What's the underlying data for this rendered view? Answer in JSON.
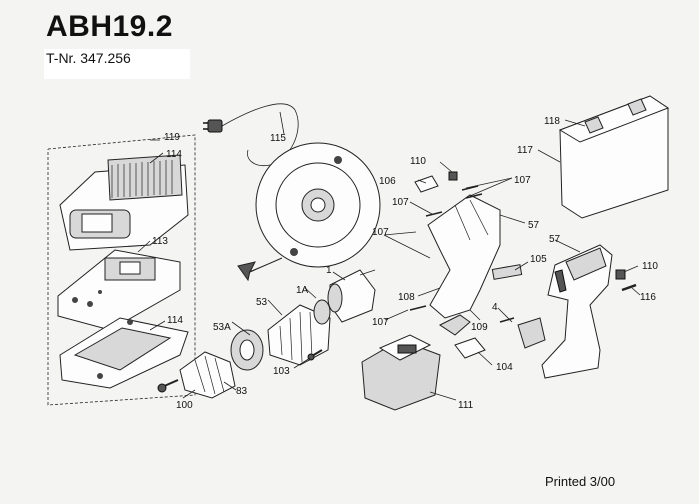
{
  "header": {
    "model": "ABH19.2",
    "part_number": "T-Nr. 347.256"
  },
  "footer": {
    "printed": "Printed 3/00"
  },
  "callouts": {
    "c100": "100",
    "c83": "83",
    "c53A": "53A",
    "c53": "53",
    "c1A": "1A",
    "c1": "1",
    "c103": "103",
    "c111": "111",
    "c104": "104",
    "c109": "109",
    "c4": "4",
    "c108": "108",
    "c107a": "107",
    "c107b": "107",
    "c107c": "107",
    "c107d": "107",
    "c106": "106",
    "c110a": "110",
    "c110b": "110",
    "c57a": "57",
    "c57b": "57",
    "c105": "105",
    "c116": "116",
    "c117": "117",
    "c118": "118",
    "c115": "115",
    "c119": "119",
    "c114a": "114",
    "c114b": "114",
    "c113": "113"
  }
}
